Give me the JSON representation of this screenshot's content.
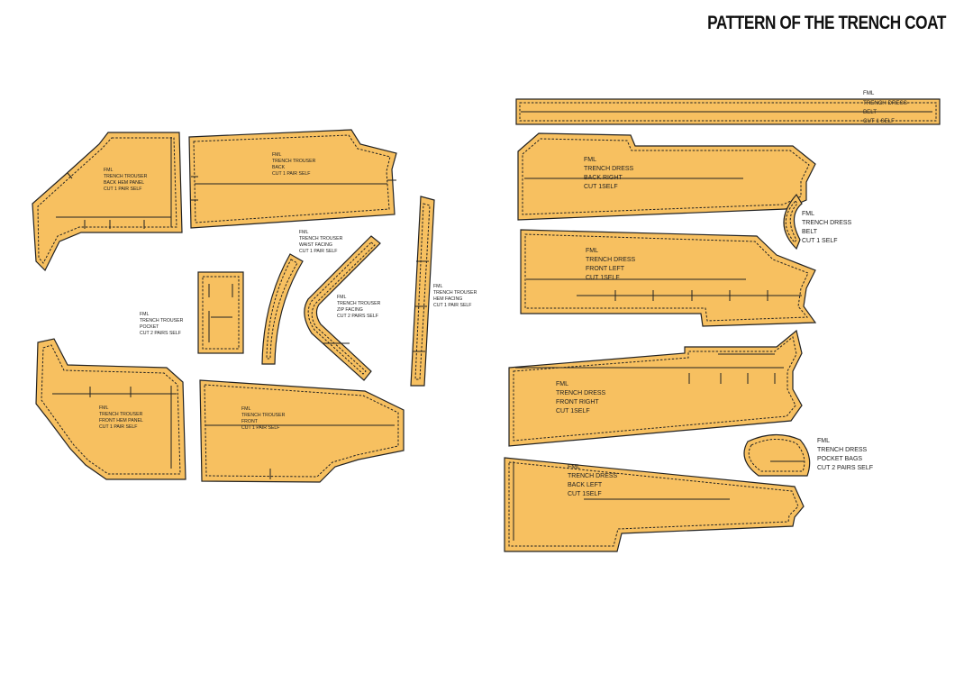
{
  "title": "PATTERN OF THE TRENCH COAT",
  "colors": {
    "fabric": "#f7c060",
    "outline": "#222222"
  },
  "pieces": [
    {
      "id": "trouser-back-hem-panel",
      "lines": [
        "FML",
        "TRENCH TROUSER",
        "BACK HEM PANEL",
        "CUT 1 PAIR SELF"
      ]
    },
    {
      "id": "trouser-back",
      "lines": [
        "FML",
        "TRENCH TROUSER",
        "BACK",
        "CUT 1 PAIR SELF"
      ]
    },
    {
      "id": "trouser-waist-facing",
      "lines": [
        "FML",
        "TRENCH TROUSER",
        "WAIST FACING",
        "CUT 1 PAIR SELF"
      ]
    },
    {
      "id": "trouser-zip-facing",
      "lines": [
        "FML",
        "TRENCH TROUSER",
        "ZIP FACING",
        "CUT 2 PAIRS SELF"
      ]
    },
    {
      "id": "trouser-hem-facing",
      "lines": [
        "FML",
        "TRENCH TROUSER",
        "HEM FACING",
        "CUT 1 PAIR SELF"
      ]
    },
    {
      "id": "trouser-pocket",
      "lines": [
        "FML",
        "TRENCH TROUSER",
        "POCKET",
        "CUT 2 PAIRS SELF"
      ]
    },
    {
      "id": "trouser-front-hem-panel",
      "lines": [
        "FML",
        "TRENCH TROUSER",
        "FRONT HEM PANEL",
        "CUT 1 PAIR SELF"
      ]
    },
    {
      "id": "trouser-front",
      "lines": [
        "FML",
        "TRENCH TROUSER",
        "FRONT",
        "CUT 1 PAIR SELF"
      ]
    },
    {
      "id": "dress-belt-long",
      "lines": [
        "FML",
        "TRENCH DRESS",
        "BELT",
        "CUT 1 SELF"
      ]
    },
    {
      "id": "dress-back-right",
      "lines": [
        "FML",
        "TRENCH DRESS",
        "BACK RIGHT",
        "CUT 1SELF"
      ]
    },
    {
      "id": "dress-belt-loop",
      "lines": [
        "FML",
        "TRENCH DRESS",
        "BELT",
        "CUT 1 SELF"
      ]
    },
    {
      "id": "dress-front-left",
      "lines": [
        "FML",
        "TRENCH DRESS",
        "FRONT LEFT",
        "CUT 1SELF"
      ]
    },
    {
      "id": "dress-front-right",
      "lines": [
        "FML",
        "TRENCH DRESS",
        "FRONT RIGHT",
        "CUT 1SELF"
      ]
    },
    {
      "id": "dress-pocket-bags",
      "lines": [
        "FML",
        "TRENCH DRESS",
        "POCKET BAGS",
        "CUT 2 PAIRS SELF"
      ]
    },
    {
      "id": "dress-back-left",
      "lines": [
        "FML",
        "TRENCH DRESS",
        "BACK LEFT",
        "CUT 1SELF"
      ]
    }
  ]
}
